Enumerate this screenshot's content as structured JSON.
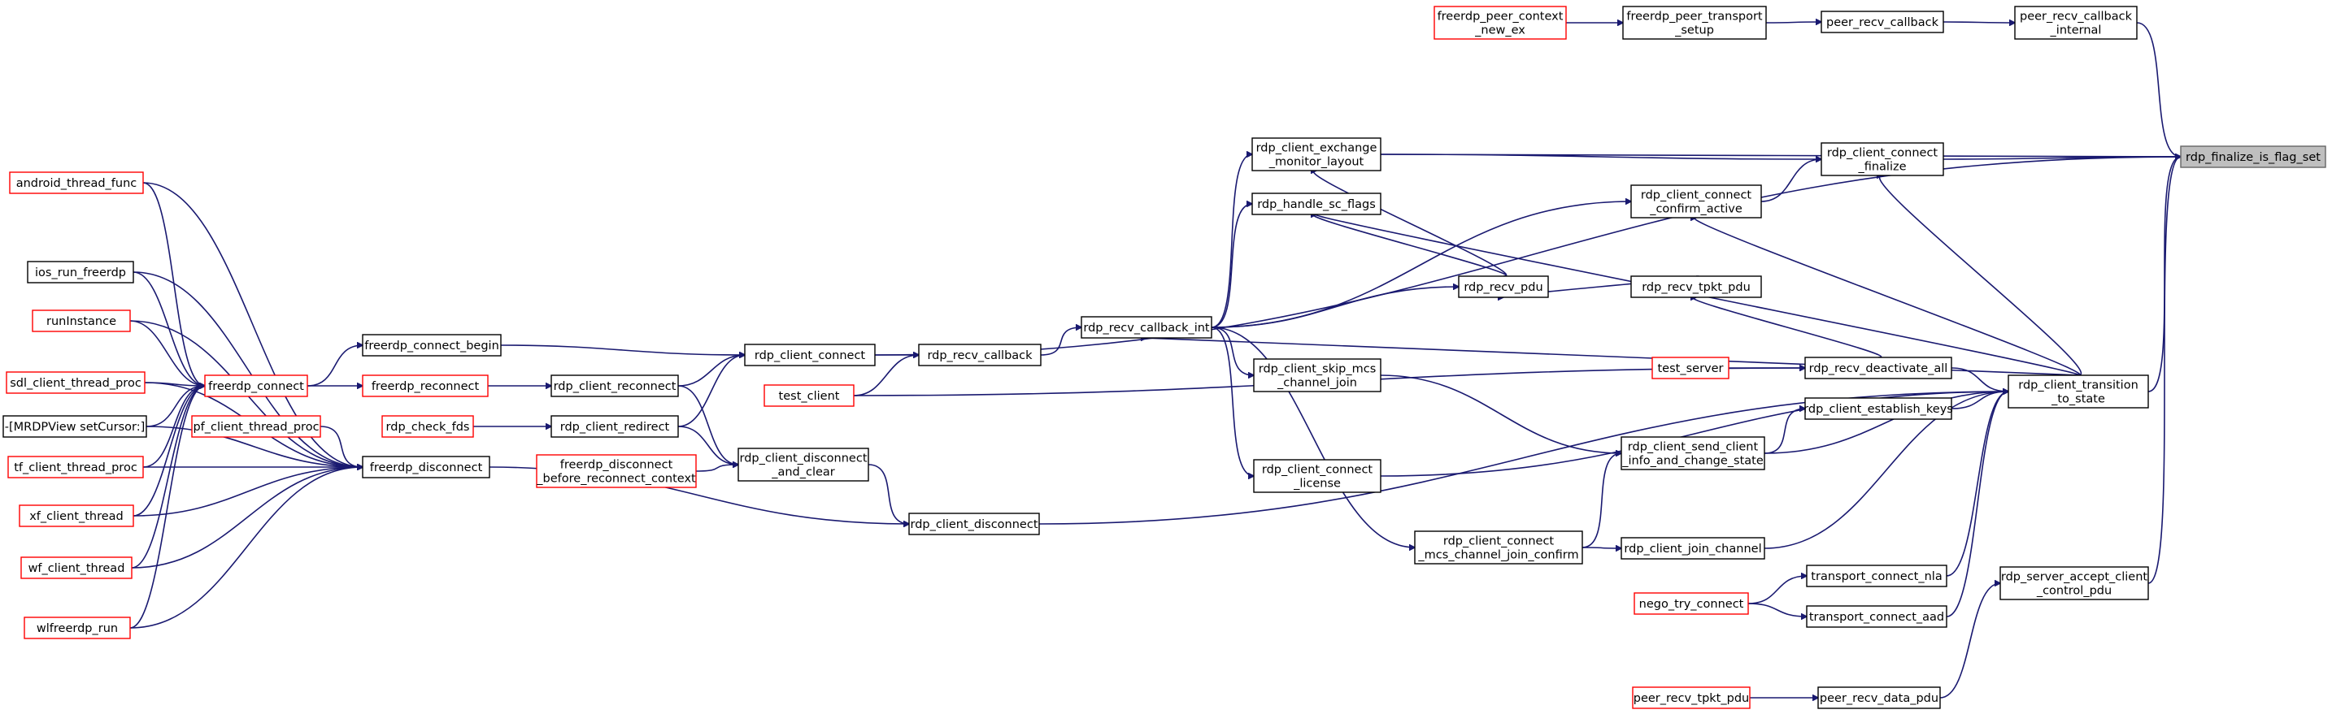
{
  "graph": {
    "nodes": [
      {
        "id": "target",
        "lines": [
          "rdp_finalize_is_flag_set"
        ],
        "style": "target"
      },
      {
        "id": "prc_internal",
        "lines": [
          "peer_recv_callback",
          "_internal"
        ],
        "style": "normal"
      },
      {
        "id": "prc",
        "lines": [
          "peer_recv_callback"
        ],
        "style": "normal"
      },
      {
        "id": "fpts",
        "lines": [
          "freerdp_peer_transport",
          "_setup"
        ],
        "style": "normal"
      },
      {
        "id": "fpcne",
        "lines": [
          "freerdp_peer_context",
          "_new_ex"
        ],
        "style": "red"
      },
      {
        "id": "rcf",
        "lines": [
          "rdp_client_connect",
          "_finalize"
        ],
        "style": "normal"
      },
      {
        "id": "rcem",
        "lines": [
          "rdp_client_exchange",
          "_monitor_layout"
        ],
        "style": "normal"
      },
      {
        "id": "rcca",
        "lines": [
          "rdp_client_connect",
          "_confirm_active"
        ],
        "style": "normal"
      },
      {
        "id": "rhsf",
        "lines": [
          "rdp_handle_sc_flags"
        ],
        "style": "normal"
      },
      {
        "id": "rrp",
        "lines": [
          "rdp_recv_pdu"
        ],
        "style": "normal"
      },
      {
        "id": "rrtp",
        "lines": [
          "rdp_recv_tpkt_pdu"
        ],
        "style": "normal"
      },
      {
        "id": "rrci",
        "lines": [
          "rdp_recv_callback_int"
        ],
        "style": "normal"
      },
      {
        "id": "rrc",
        "lines": [
          "rdp_recv_callback"
        ],
        "style": "normal"
      },
      {
        "id": "rcc",
        "lines": [
          "rdp_client_connect"
        ],
        "style": "normal"
      },
      {
        "id": "fcb",
        "lines": [
          "freerdp_connect_begin"
        ],
        "style": "normal"
      },
      {
        "id": "fc",
        "lines": [
          "freerdp_connect"
        ],
        "style": "red"
      },
      {
        "id": "atf",
        "lines": [
          "android_thread_func"
        ],
        "style": "red"
      },
      {
        "id": "irf",
        "lines": [
          "ios_run_freerdp"
        ],
        "style": "normal"
      },
      {
        "id": "ri",
        "lines": [
          "runInstance"
        ],
        "style": "red"
      },
      {
        "id": "sctp",
        "lines": [
          "sdl_client_thread_proc"
        ],
        "style": "red"
      },
      {
        "id": "mrdp",
        "lines": [
          "-[MRDPView setCursor:]"
        ],
        "style": "normal"
      },
      {
        "id": "tctp",
        "lines": [
          "tf_client_thread_proc"
        ],
        "style": "red"
      },
      {
        "id": "xct",
        "lines": [
          "xf_client_thread"
        ],
        "style": "red"
      },
      {
        "id": "wct",
        "lines": [
          "wf_client_thread"
        ],
        "style": "red"
      },
      {
        "id": "wfr",
        "lines": [
          "wlfreerdp_run"
        ],
        "style": "red"
      },
      {
        "id": "pctp",
        "lines": [
          "pf_client_thread_proc"
        ],
        "style": "red"
      },
      {
        "id": "fd",
        "lines": [
          "freerdp_disconnect"
        ],
        "style": "normal"
      },
      {
        "id": "frc",
        "lines": [
          "freerdp_reconnect"
        ],
        "style": "red"
      },
      {
        "id": "rcr",
        "lines": [
          "rdp_client_reconnect"
        ],
        "style": "normal"
      },
      {
        "id": "rcf2",
        "lines": [
          "rdp_check_fds"
        ],
        "style": "red"
      },
      {
        "id": "rcrd",
        "lines": [
          "rdp_client_redirect"
        ],
        "style": "normal"
      },
      {
        "id": "fdbrc",
        "lines": [
          "freerdp_disconnect",
          "_before_reconnect_context"
        ],
        "style": "red"
      },
      {
        "id": "rcdc",
        "lines": [
          "rdp_client_disconnect",
          "_and_clear"
        ],
        "style": "normal"
      },
      {
        "id": "rcd",
        "lines": [
          "rdp_client_disconnect"
        ],
        "style": "normal"
      },
      {
        "id": "tc",
        "lines": [
          "test_client"
        ],
        "style": "red"
      },
      {
        "id": "ts",
        "lines": [
          "test_server"
        ],
        "style": "red"
      },
      {
        "id": "rrda",
        "lines": [
          "rdp_recv_deactivate_all"
        ],
        "style": "normal"
      },
      {
        "id": "rcsmj",
        "lines": [
          "rdp_client_skip_mcs",
          "_channel_join"
        ],
        "style": "normal"
      },
      {
        "id": "rcl",
        "lines": [
          "rdp_client_connect",
          "_license"
        ],
        "style": "normal"
      },
      {
        "id": "rcmcjc",
        "lines": [
          "rdp_client_connect",
          "_mcs_channel_join_confirm"
        ],
        "style": "normal"
      },
      {
        "id": "rcjc",
        "lines": [
          "rdp_client_join_channel"
        ],
        "style": "normal"
      },
      {
        "id": "rcek",
        "lines": [
          "rdp_client_establish_keys"
        ],
        "style": "normal"
      },
      {
        "id": "rcsci",
        "lines": [
          "rdp_client_send_client",
          "_info_and_change_state"
        ],
        "style": "normal"
      },
      {
        "id": "rcts",
        "lines": [
          "rdp_client_transition",
          "_to_state"
        ],
        "style": "normal"
      },
      {
        "id": "tcn",
        "lines": [
          "transport_connect_nla"
        ],
        "style": "normal"
      },
      {
        "id": "ntc",
        "lines": [
          "nego_try_connect"
        ],
        "style": "red"
      },
      {
        "id": "tca",
        "lines": [
          "transport_connect_aad"
        ],
        "style": "normal"
      },
      {
        "id": "rsacp",
        "lines": [
          "rdp_server_accept_client",
          "_control_pdu"
        ],
        "style": "normal"
      },
      {
        "id": "prdp",
        "lines": [
          "peer_recv_data_pdu"
        ],
        "style": "normal"
      },
      {
        "id": "prtp",
        "lines": [
          "peer_recv_tpkt_pdu"
        ],
        "style": "red"
      }
    ],
    "edges": [
      [
        "fpcne",
        "fpts"
      ],
      [
        "fpts",
        "prc"
      ],
      [
        "prc",
        "prc_internal"
      ],
      [
        "prc_internal",
        "target"
      ],
      [
        "rcf",
        "target"
      ],
      [
        "rcem",
        "target"
      ],
      [
        "rcts",
        "target"
      ],
      [
        "rsacp",
        "target"
      ],
      [
        "rcc",
        "target"
      ],
      [
        "rcem",
        "rcf"
      ],
      [
        "rcca",
        "rcf"
      ],
      [
        "rcts",
        "rcf"
      ],
      [
        "rrci",
        "rcem"
      ],
      [
        "rrp",
        "rcem"
      ],
      [
        "rrci",
        "rcca"
      ],
      [
        "rcts",
        "rcca"
      ],
      [
        "rrci",
        "rhsf"
      ],
      [
        "rrp",
        "rhsf"
      ],
      [
        "rcts",
        "rhsf"
      ],
      [
        "rrci",
        "rrp"
      ],
      [
        "rrtp",
        "rrp"
      ],
      [
        "rrda",
        "rrtp"
      ],
      [
        "rrc",
        "rrci"
      ],
      [
        "rcts",
        "rrci"
      ],
      [
        "rcc",
        "rrc"
      ],
      [
        "tc",
        "rrc"
      ],
      [
        "fcb",
        "rcc"
      ],
      [
        "rcr",
        "rcc"
      ],
      [
        "rcrd",
        "rcc"
      ],
      [
        "fc",
        "fcb"
      ],
      [
        "atf",
        "fc"
      ],
      [
        "irf",
        "fc"
      ],
      [
        "ri",
        "fc"
      ],
      [
        "sctp",
        "fc"
      ],
      [
        "mrdp",
        "fc"
      ],
      [
        "tctp",
        "fc"
      ],
      [
        "xct",
        "fc"
      ],
      [
        "wct",
        "fc"
      ],
      [
        "wfr",
        "fc"
      ],
      [
        "atf",
        "fd"
      ],
      [
        "irf",
        "fd"
      ],
      [
        "ri",
        "fd"
      ],
      [
        "sctp",
        "fd"
      ],
      [
        "mrdp",
        "fd"
      ],
      [
        "pctp",
        "fd"
      ],
      [
        "tctp",
        "fd"
      ],
      [
        "xct",
        "fd"
      ],
      [
        "wct",
        "fd"
      ],
      [
        "wfr",
        "fd"
      ],
      [
        "fc",
        "frc"
      ],
      [
        "frc",
        "rcr"
      ],
      [
        "rcf2",
        "rcrd"
      ],
      [
        "rcr",
        "rcdc"
      ],
      [
        "rcrd",
        "rcdc"
      ],
      [
        "fdbrc",
        "rcdc"
      ],
      [
        "rcdc",
        "rcd"
      ],
      [
        "fd",
        "rcd"
      ],
      [
        "ts",
        "rrda"
      ],
      [
        "rrda",
        "rcts"
      ],
      [
        "tc",
        "rrda"
      ],
      [
        "rrci",
        "rcsmj"
      ],
      [
        "rrci",
        "rcl"
      ],
      [
        "rrci",
        "rcmcjc"
      ],
      [
        "rcsmj",
        "rcsci"
      ],
      [
        "rcmcjc",
        "rcsci"
      ],
      [
        "rcek",
        "rcts"
      ],
      [
        "rcsci",
        "rcek"
      ],
      [
        "rcsci",
        "rcts"
      ],
      [
        "rcl",
        "rcts"
      ],
      [
        "rcmcjc",
        "rcjc"
      ],
      [
        "rcjc",
        "rcts"
      ],
      [
        "tcn",
        "rcts"
      ],
      [
        "ntc",
        "tcn"
      ],
      [
        "ntc",
        "tca"
      ],
      [
        "tca",
        "rcts"
      ],
      [
        "rcd",
        "rcts"
      ],
      [
        "prdp",
        "rsacp"
      ],
      [
        "prtp",
        "prdp"
      ]
    ]
  }
}
